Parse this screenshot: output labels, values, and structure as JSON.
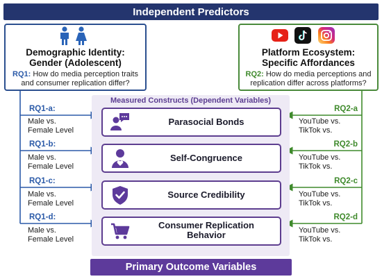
{
  "header": {
    "title": "Independent Predictors"
  },
  "left_panel": {
    "title_line1": "Demographic Identity:",
    "title_line2": "Gender (Adolescent)",
    "rq_prefix": "RQ1:",
    "rq_line1": " How do media perception traits",
    "rq_line2": "and consumer replication differ?",
    "icons": [
      "male-person-icon",
      "female-person-icon"
    ]
  },
  "right_panel": {
    "title_line1": "Platform Ecosystem:",
    "title_line2": "Specific Affordances",
    "rq_prefix": "RQ2:",
    "rq_line1": " How do media perceptions and",
    "rq_line2": "replication differ across platforms?",
    "icons": [
      "youtube-icon",
      "tiktok-icon",
      "instagram-icon"
    ]
  },
  "central": {
    "title": "Measured Constructs (Dependent Variables)",
    "constructs": [
      {
        "label_line1": "Parasocial Bonds",
        "label_line2": "",
        "icon": "person-speech-bubble-icon"
      },
      {
        "label_line1": "Self-Congruence",
        "label_line2": "",
        "icon": "person-heart-icon"
      },
      {
        "label_line1": "Source Credibility",
        "label_line2": "",
        "icon": "shield-check-icon"
      },
      {
        "label_line1": "Consumer Replication",
        "label_line2": "Behavior",
        "icon": "shopping-cart-icon"
      }
    ]
  },
  "left_rqs": [
    {
      "label": "RQ1-a:",
      "line1": "Male vs.",
      "line2": "Female Level"
    },
    {
      "label": "RQ1-b:",
      "line1": "Male vs.",
      "line2": "Female Level"
    },
    {
      "label": "RQ1-c:",
      "line1": "Male vs.",
      "line2": "Female Level"
    },
    {
      "label": "RQ1-d:",
      "line1": "Male vs.",
      "line2": "Female Level"
    }
  ],
  "right_rqs": [
    {
      "label": "RQ2-a",
      "line1": "YouTube vs.",
      "line2": "TikTok vs."
    },
    {
      "label": "RQ2-b",
      "line1": "YouTube vs.",
      "line2": "TikTok vs."
    },
    {
      "label": "RQ2-c",
      "line1": "YouTube vs.",
      "line2": "TikTok vs."
    },
    {
      "label": "RQ2-d",
      "line1": "YouTube vs.",
      "line2": "TikTok vs."
    }
  ],
  "footer": {
    "title": "Primary Outcome Variables"
  },
  "colors": {
    "navy": "#24356e",
    "blue": "#2b5aa8",
    "green": "#3f8a2c",
    "purple": "#5d3a9b"
  }
}
